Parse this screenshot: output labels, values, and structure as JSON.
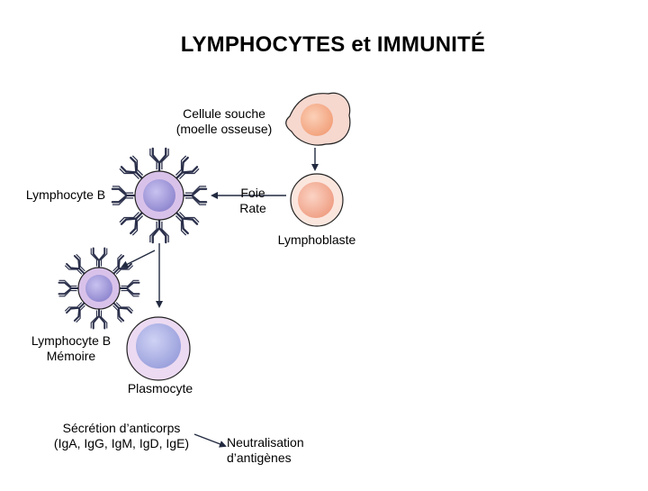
{
  "title": "LYMPHOCYTES et IMMUNITÉ",
  "labels": {
    "stem_cell": [
      "Cellule souche",
      "(moelle osseuse)"
    ],
    "liver_spleen": [
      "Foie",
      "Rate"
    ],
    "lymphoblast": "Lymphoblaste",
    "lymphocyte_b": "Lymphocyte B",
    "memory_b": [
      "Lymphocyte B",
      "Mémoire"
    ],
    "plasmocyte": "Plasmocyte",
    "antibody_secretion": [
      "Sécrétion d’anticorps",
      "(IgA, IgG, IgM, IgD, IgE)"
    ],
    "neutralisation": [
      "Neutralisation",
      "d’antigènes"
    ]
  },
  "colors": {
    "stem_cytoplasm": "#f6d8cf",
    "stem_nucleus": "#f2a07a",
    "blast_cytoplasm": "#fbe6de",
    "blast_nucleus": "#ef9e83",
    "b_cell_cytoplasm": "#d9c2ea",
    "b_cell_nucleus": "#8f87cf",
    "plasmocyte_cytoplasm": "#ecdaf2",
    "plasmocyte_nucleus": "#9aa0dc",
    "antibody": "#2a2f4a",
    "arrow": "#222a40"
  },
  "icons": [
    "stem-cell",
    "lymphoblast-cell",
    "b-lymphocyte-cell",
    "memory-b-cell",
    "plasmocyte-cell",
    "antibody-y"
  ]
}
